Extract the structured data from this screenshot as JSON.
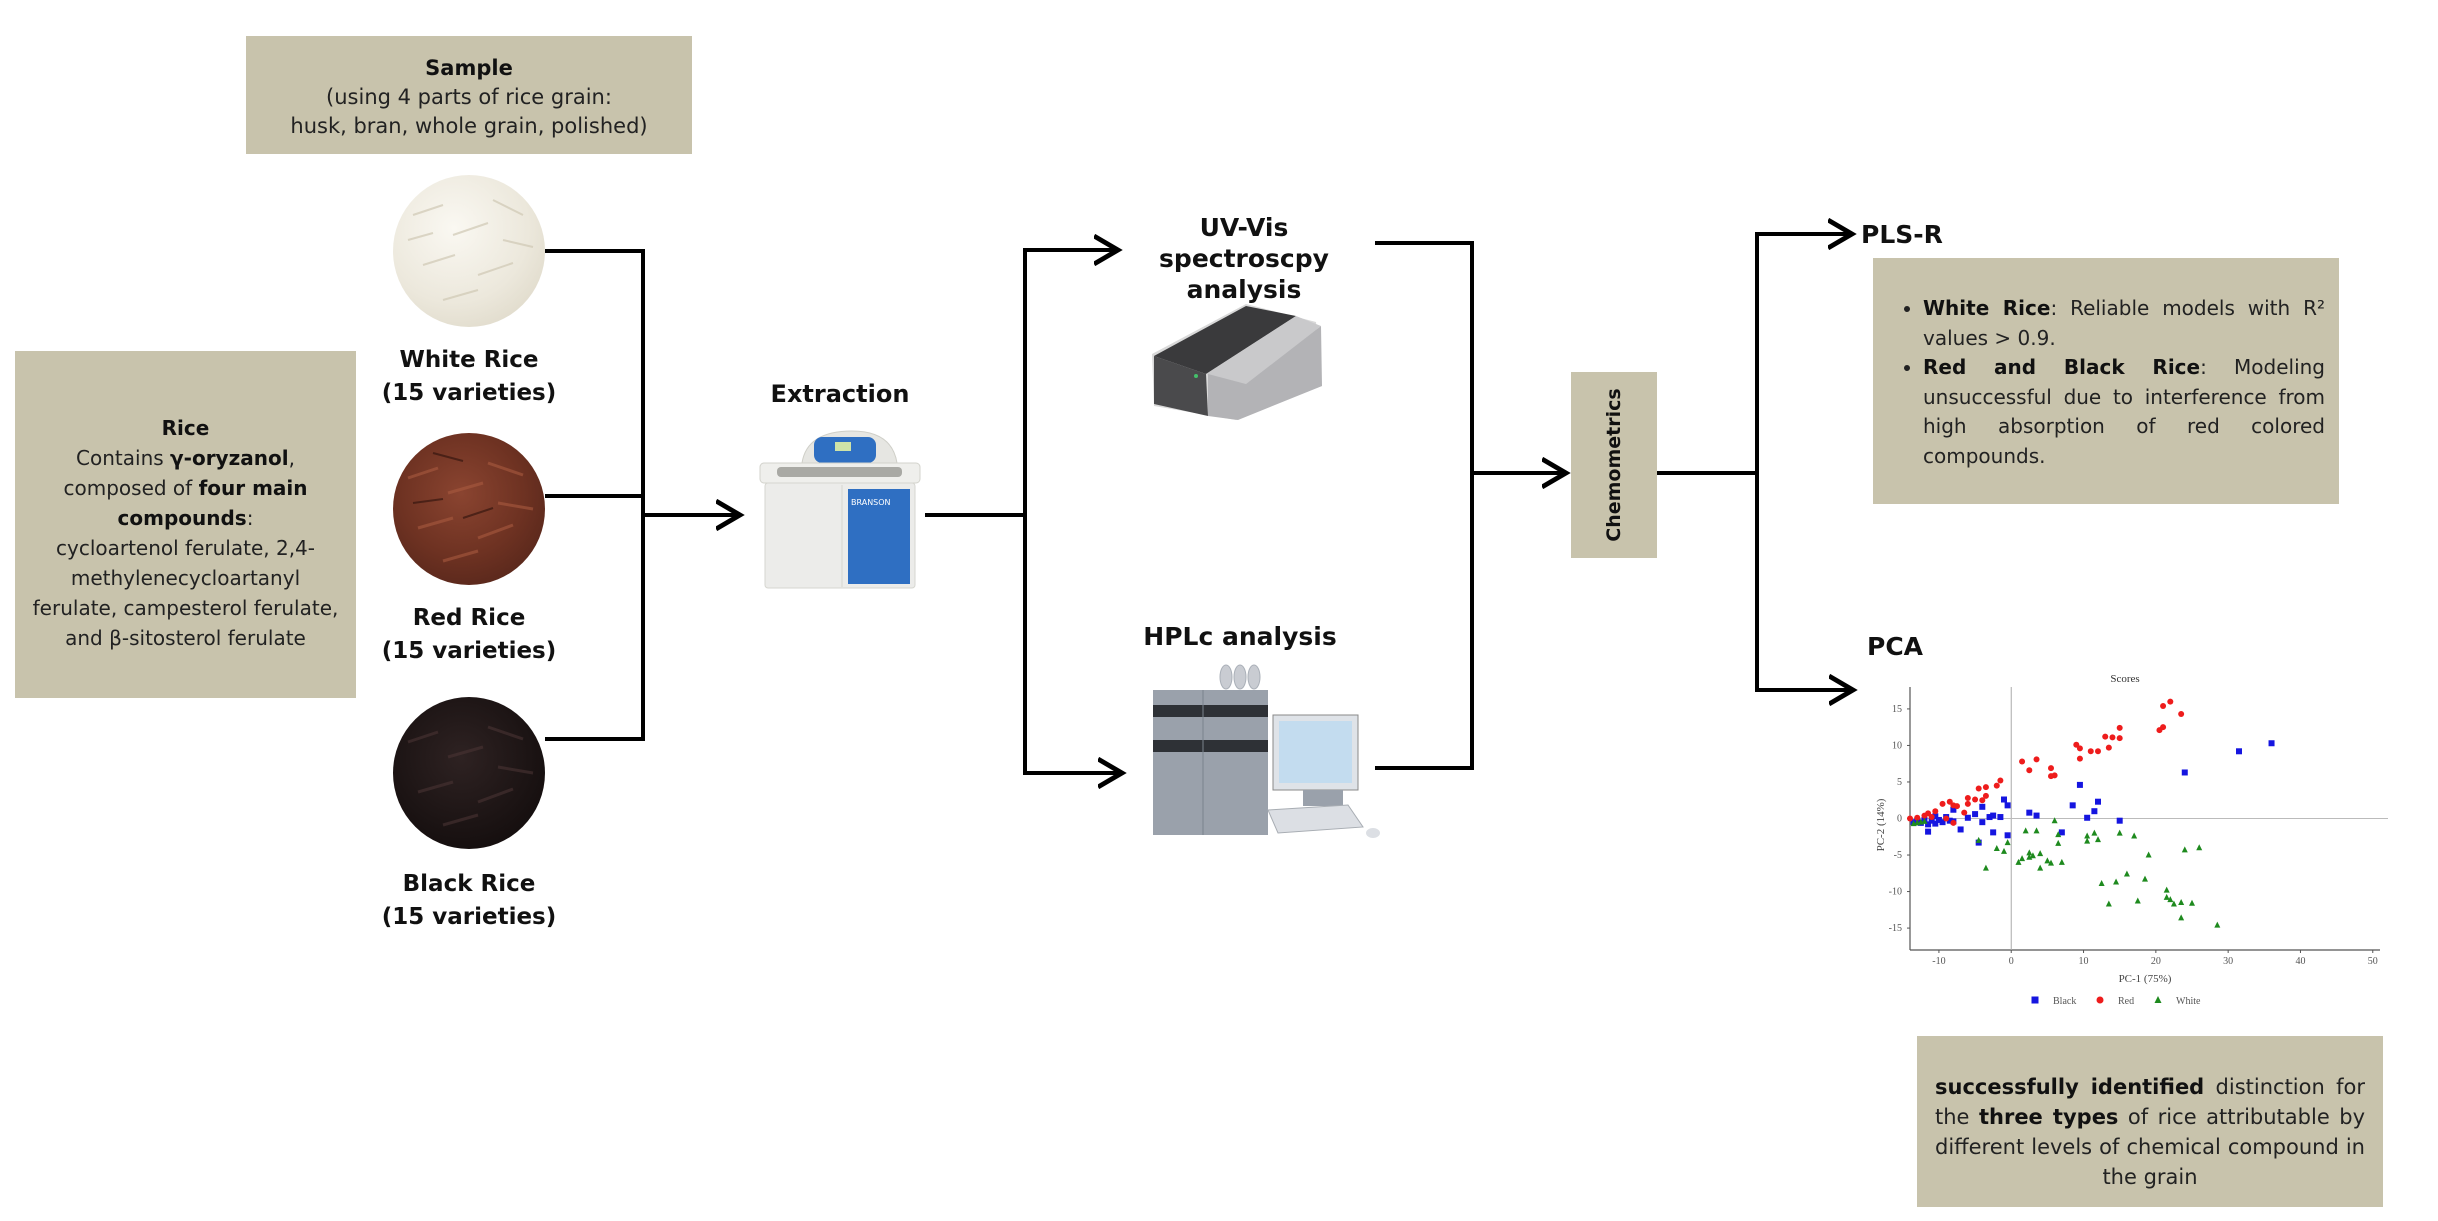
{
  "sample_box": {
    "title": "Sample",
    "line1": "(using 4 parts of rice grain:",
    "line2": "husk, bran, whole grain, polished)"
  },
  "rice_box": {
    "title": "Rice",
    "l1_pre": "Contains ",
    "l1_bold": "γ-oryzanol",
    "l1_post": ",",
    "l2_pre": "composed of ",
    "l2_bold": "four main",
    "l3_bold": "compounds",
    "l3_post": ":",
    "l4": "cycloartenol ferulate, 2,4-",
    "l5": "methylenecycloartanyl",
    "l6": "ferulate, campesterol ferulate,",
    "l7": "and β-sitosterol ferulate"
  },
  "samples": [
    {
      "name": "White Rice",
      "count": "(15 varieties)",
      "color": "#e8e3d6"
    },
    {
      "name": "Red Rice",
      "count": "(15 varieties)",
      "color": "#6e3222"
    },
    {
      "name": "Black Rice",
      "count": "(15 varieties)",
      "color": "#1c1414"
    }
  ],
  "extraction": {
    "label": "Extraction",
    "device_brand": "BRANSON"
  },
  "uvvis": {
    "line1": "UV-Vis spectroscpy",
    "line2": "analysis"
  },
  "hplc": {
    "label": "HPLc analysis"
  },
  "chemometrics": {
    "label": "Chemometrics"
  },
  "plsr": {
    "label": "PLS-R",
    "items": [
      {
        "bold": "White Rice",
        "text": ": Reliable models with R² values > 0.9."
      },
      {
        "bold": "Red and Black Rice",
        "text": ": Modeling unsuccessful due to interference from high absorption of red colored compounds."
      }
    ]
  },
  "pca": {
    "label": "PCA"
  },
  "conclusion": {
    "bold1": "successfully identified",
    "text1": " distinction for the ",
    "bold2": "three types",
    "text2": " of rice attributable by different levels of chemical compound in the grain"
  },
  "chart_data": {
    "type": "scatter",
    "title": "Scores",
    "xlabel": "PC-1 (75%)",
    "ylabel": "PC-2 (14%)",
    "xlim": [
      -14,
      51
    ],
    "ylim": [
      -18,
      18
    ],
    "xticks": [
      -10,
      0,
      10,
      20,
      30,
      40,
      50
    ],
    "yticks": [
      -15,
      -10,
      -5,
      0,
      5,
      10,
      15
    ],
    "legend_position": "bottom",
    "series": [
      {
        "name": "Black",
        "color": "#1515e0",
        "marker": "square",
        "points": [
          [
            -13.5,
            -0.5
          ],
          [
            -13,
            -0.3
          ],
          [
            -12.5,
            -0.6
          ],
          [
            -12,
            -0.2
          ],
          [
            -11.5,
            -0.8
          ],
          [
            -11.5,
            -1.8
          ],
          [
            -11,
            -0.3
          ],
          [
            -10.5,
            0.3
          ],
          [
            -10.5,
            -0.7
          ],
          [
            -10,
            -0.2
          ],
          [
            -9.5,
            -0.5
          ],
          [
            -9,
            0.2
          ],
          [
            -8.5,
            -0.3
          ],
          [
            -8,
            1.2
          ],
          [
            -8,
            -0.4
          ],
          [
            -7,
            -1.5
          ],
          [
            -6,
            0.1
          ],
          [
            -5,
            0.6
          ],
          [
            -4.5,
            -3.3
          ],
          [
            -4,
            1.6
          ],
          [
            -4,
            -0.5
          ],
          [
            -3,
            0.2
          ],
          [
            -2.5,
            0.4
          ],
          [
            -2.5,
            -1.9
          ],
          [
            -1.5,
            0.2
          ],
          [
            -1,
            2.6
          ],
          [
            -0.5,
            1.8
          ],
          [
            -0.5,
            -2.3
          ],
          [
            2.5,
            0.8
          ],
          [
            3.5,
            0.4
          ],
          [
            7,
            -1.9
          ],
          [
            8.5,
            1.8
          ],
          [
            9.5,
            4.6
          ],
          [
            10.5,
            0.1
          ],
          [
            11.5,
            1.0
          ],
          [
            12,
            2.3
          ],
          [
            15,
            -0.3
          ],
          [
            24,
            6.3
          ],
          [
            31.5,
            9.2
          ],
          [
            36,
            10.3
          ]
        ]
      },
      {
        "name": "Red",
        "color": "#ee1c1c",
        "marker": "circle",
        "points": [
          [
            -14,
            0
          ],
          [
            -13,
            0.1
          ],
          [
            -12,
            0.4
          ],
          [
            -11.5,
            0.7
          ],
          [
            -11,
            0.2
          ],
          [
            -10.5,
            1.0
          ],
          [
            -9.5,
            2.0
          ],
          [
            -9,
            0
          ],
          [
            -8.5,
            2.3
          ],
          [
            -8,
            1.8
          ],
          [
            -8,
            -0.6
          ],
          [
            -7.5,
            1.7
          ],
          [
            -6.5,
            0.8
          ],
          [
            -6,
            2.0
          ],
          [
            -6,
            2.8
          ],
          [
            -5,
            2.6
          ],
          [
            -4.5,
            4.1
          ],
          [
            -4,
            2.5
          ],
          [
            -3.5,
            4.3
          ],
          [
            -3.5,
            3.1
          ],
          [
            -2,
            4.5
          ],
          [
            -1.5,
            5.2
          ],
          [
            1.5,
            7.8
          ],
          [
            2.5,
            6.6
          ],
          [
            3.5,
            8.1
          ],
          [
            5.5,
            6.9
          ],
          [
            5.5,
            5.8
          ],
          [
            6,
            5.9
          ],
          [
            9,
            10.1
          ],
          [
            9.5,
            9.6
          ],
          [
            9.5,
            8.2
          ],
          [
            11,
            9.2
          ],
          [
            12,
            9.2
          ],
          [
            13,
            11.2
          ],
          [
            13.5,
            9.7
          ],
          [
            14,
            11.1
          ],
          [
            15,
            12.4
          ],
          [
            15,
            11.0
          ],
          [
            20.5,
            12.1
          ],
          [
            21,
            12.5
          ],
          [
            21,
            15.4
          ],
          [
            22,
            16.0
          ],
          [
            23.5,
            14.3
          ]
        ]
      },
      {
        "name": "White",
        "color": "#1e8a1e",
        "marker": "triangle",
        "points": [
          [
            -13.5,
            -0.7
          ],
          [
            -13,
            -0.6
          ],
          [
            -12.5,
            -0.5
          ],
          [
            -12,
            -0.4
          ],
          [
            -4.5,
            -3.0
          ],
          [
            -3.5,
            -6.8
          ],
          [
            -2,
            -4.1
          ],
          [
            -1,
            -4.5
          ],
          [
            -0.5,
            -3.3
          ],
          [
            1,
            -6.0
          ],
          [
            1.5,
            -5.5
          ],
          [
            2,
            -1.7
          ],
          [
            2.5,
            -4.7
          ],
          [
            2.5,
            -5.3
          ],
          [
            3,
            -5.1
          ],
          [
            3.5,
            -1.7
          ],
          [
            4,
            -4.8
          ],
          [
            4,
            -6.8
          ],
          [
            5,
            -5.8
          ],
          [
            5.5,
            -6.1
          ],
          [
            6,
            -0.3
          ],
          [
            6.5,
            -2.2
          ],
          [
            6.5,
            -3.4
          ],
          [
            7,
            -6.0
          ],
          [
            10.5,
            -2.4
          ],
          [
            10.5,
            -3.1
          ],
          [
            11.5,
            -2.0
          ],
          [
            12,
            -2.9
          ],
          [
            12.5,
            -8.9
          ],
          [
            13.5,
            -11.7
          ],
          [
            14.5,
            -8.7
          ],
          [
            15,
            -2.0
          ],
          [
            16,
            -7.6
          ],
          [
            17,
            -2.4
          ],
          [
            17.5,
            -11.3
          ],
          [
            18.5,
            -8.3
          ],
          [
            19,
            -5.0
          ],
          [
            21.5,
            -9.8
          ],
          [
            21.5,
            -10.8
          ],
          [
            22,
            -11.1
          ],
          [
            22.5,
            -11.7
          ],
          [
            23.5,
            -13.6
          ],
          [
            23.5,
            -11.5
          ],
          [
            24,
            -4.3
          ],
          [
            25,
            -11.6
          ],
          [
            26,
            -4.0
          ],
          [
            28.5,
            -14.6
          ]
        ]
      }
    ]
  }
}
